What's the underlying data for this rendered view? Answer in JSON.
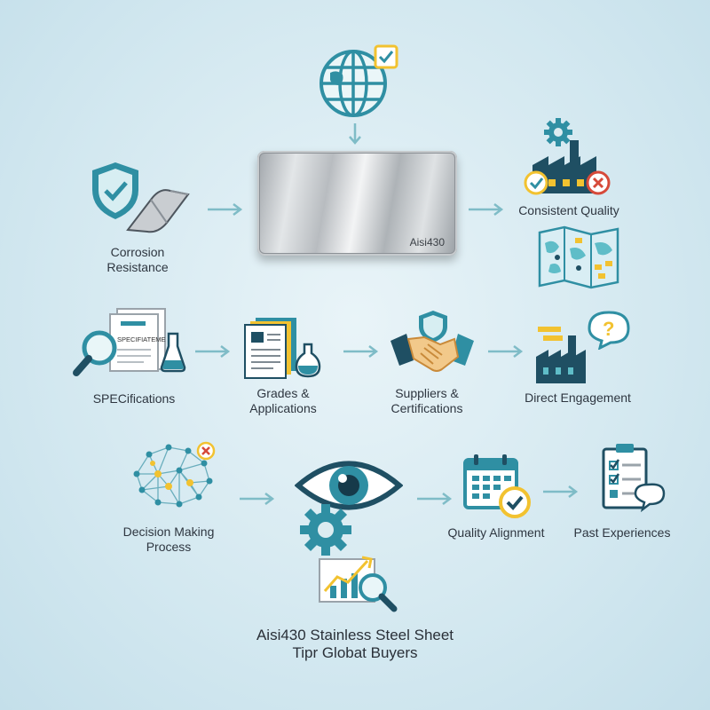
{
  "product": {
    "sheet_label": "Aisi430"
  },
  "labels": {
    "corrosion": "Corrosion\nResistance",
    "consistent_quality": "Consistent Quality",
    "specifications": "SPECifications",
    "grades": "Grades &\nApplications",
    "suppliers": "Suppliers &\nCertifications",
    "direct_engagement": "Direct Engagement",
    "decision": "Decision Making\nProcess",
    "quality_alignment": "Quality Alignment",
    "past_experiences": "Past Experiences"
  },
  "doc_text": "SPECIFIATEME",
  "title": {
    "line1": "Aisi430 Stainless Steel Sheet",
    "line2": "Tipr Globat Buyers"
  },
  "colors": {
    "teal": "#2f8fa3",
    "teal_light": "#5fbdc8",
    "yellow": "#f2c230",
    "red": "#d64a3a",
    "navy": "#1f4f63",
    "arrow": "#7fbcc7"
  },
  "icons": [
    "globe-icon",
    "checkbox-icon",
    "shield-icon",
    "metal-strip-icon",
    "gear-icon",
    "factory-icon",
    "map-icon",
    "document-icon",
    "magnifier-icon",
    "flask-icon",
    "handshake-icon",
    "question-bubble-icon",
    "network-brain-icon",
    "eye-icon",
    "chart-icon",
    "calendar-icon",
    "checklist-icon"
  ]
}
